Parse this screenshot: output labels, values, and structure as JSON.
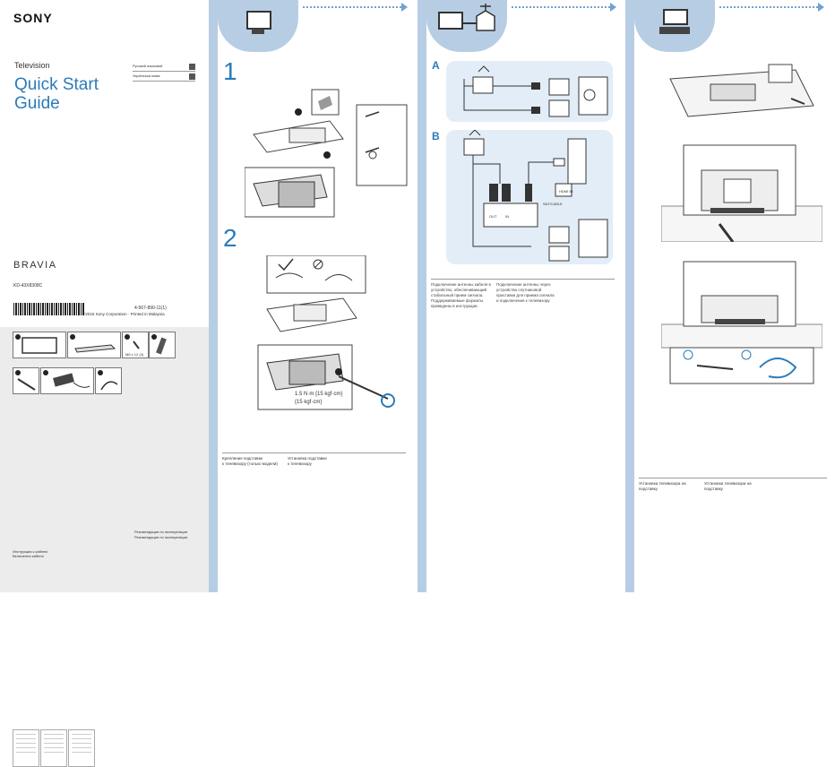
{
  "brand": "SONY",
  "product_type": "Television",
  "title_line1": "Quick Start",
  "title_line2": "Guide",
  "lang_row1": "Русский языковой",
  "lang_row2": "Українська мова",
  "series": "BRAVIA",
  "model": "KD-43X8308C",
  "doc_code": "4-567-890-11(1)",
  "copyright": "©2015 Sony Corporation · Printed in Malaysia",
  "screw_label": "M6 x 12 (3)",
  "bottom_note_1": "Рекомендации по эксплуатации",
  "bottom_note_2": "Рекомендации по эксплуатации",
  "left_footer_1": "Инструкция к кабелю",
  "left_footer_2": "Включения кабеля",
  "step1": "1",
  "step2": "2",
  "connA": "A",
  "connB": "B",
  "torque_line1": "1.5 N·m {15 kgf·cm}",
  "torque_line2": "{15 kgf·cm}",
  "col2_note_a": "Крепление подставки\nк телевизору (только модели)",
  "col2_note_b": "Установка подставки\nк телевизору",
  "col3_text_a": "Подключение антенны кабеля в устройство, обеспечивающий стабильный прием сигнала. Поддерживаемые форматы приведены в инструкции.",
  "col3_text_b": "Подключение антенны через устройство спутниковой приставки для приема сигнала и подключения к телевизору.",
  "col4_note_a": "Установка телевизора на подставку",
  "col4_note_b": "Установка телевизора на подставку",
  "hdmi_label": "HDMI IN",
  "sat_label": "SAT/CABLE",
  "out_label": "OUT",
  "in_label": "IN",
  "colors": {
    "accent": "#2b7bb9",
    "stripe": "#b7cde4",
    "panel": "#e3edf7",
    "grey_panel": "#ececec"
  }
}
